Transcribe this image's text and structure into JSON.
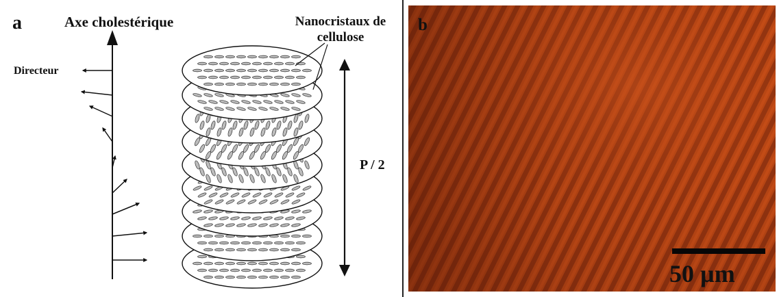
{
  "panel_a": {
    "letter": "a",
    "axis_title": "Axe cholestérique",
    "director_label": "Directeur",
    "nanocrystals_label": "Nanocristaux de cellulose",
    "pitch_label": "P / 2"
  },
  "panel_b": {
    "letter": "b",
    "scale_label": "50 µm",
    "colors": {
      "base": "#b84614",
      "stripe_dark": "#6f240d",
      "stripe_light": "#e25a1d"
    }
  }
}
